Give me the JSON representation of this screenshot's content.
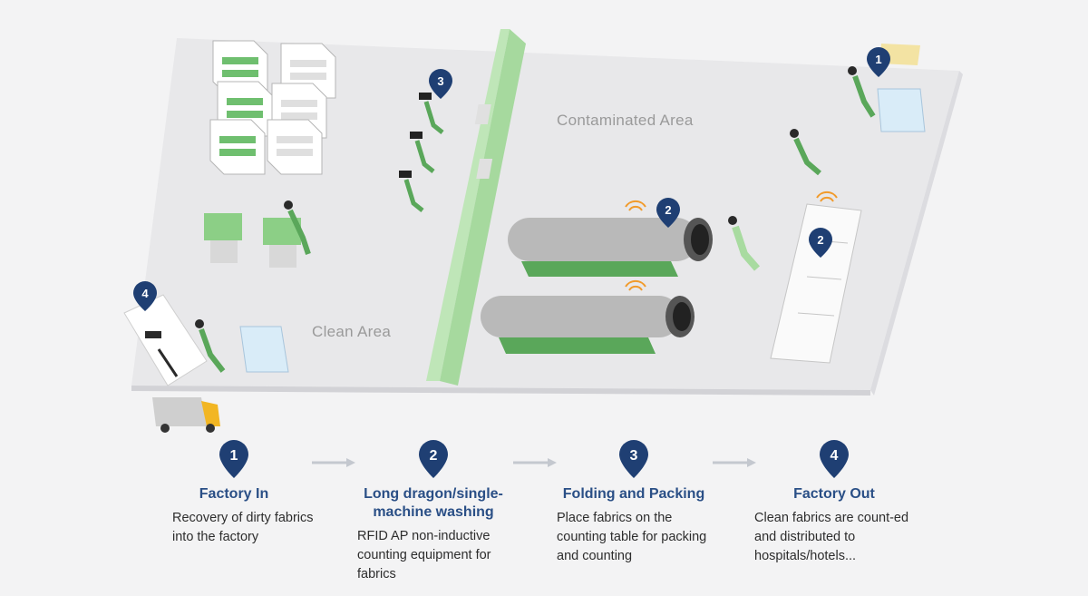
{
  "areas": {
    "contaminated": "Contaminated Area",
    "clean": "Clean Area"
  },
  "scene_markers": [
    "1",
    "2",
    "2",
    "3",
    "4"
  ],
  "steps": [
    {
      "number": "1",
      "title": "Factory In",
      "description": "Recovery of dirty fabrics into the factory"
    },
    {
      "number": "2",
      "title": "Long dragon/single-machine washing",
      "description": "RFID AP non-inductive counting equipment for fabrics"
    },
    {
      "number": "3",
      "title": "Folding and Packing",
      "description": "Place fabrics on the counting table for packing and counting"
    },
    {
      "number": "4",
      "title": "Factory Out",
      "description": "Clean fabrics are count-ed and distributed to hospitals/hotels..."
    }
  ],
  "colors": {
    "pin": "#1f3f73",
    "title": "#2a4f86",
    "wall": "#a9dca1",
    "machine_green": "#5aa75a",
    "floor": "#e9e9eb",
    "wifi": "#f19b2c"
  }
}
